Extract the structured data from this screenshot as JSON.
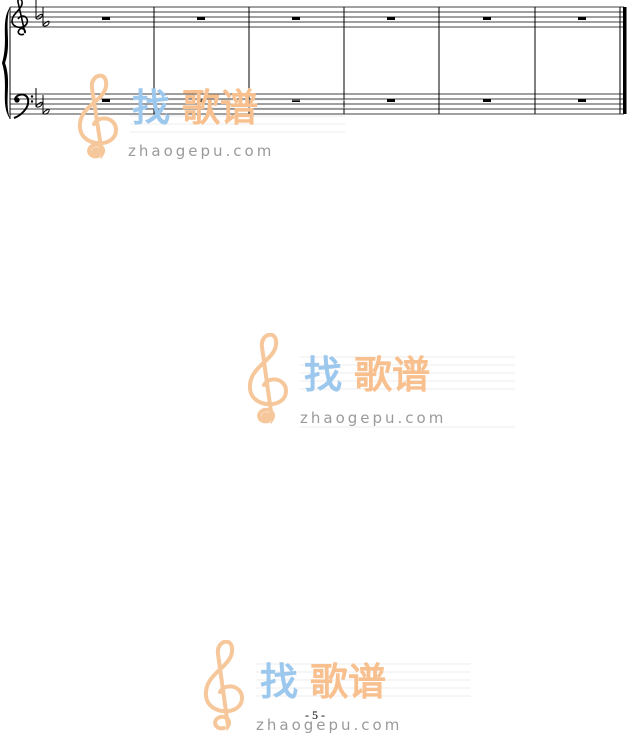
{
  "score": {
    "staves": [
      "treble",
      "bass"
    ],
    "key_signature": "B-flat major (2 flats)",
    "measures": 6,
    "content_per_measure": "whole rest",
    "final_barline": true
  },
  "footer": {
    "page_number": "- 5 -"
  },
  "watermark": {
    "brand_cn": "找歌谱",
    "domain": "zhaogepu.com",
    "colors": {
      "clef": "#f6c79a",
      "char1": "#9dc8ee",
      "char23": "#f7c08e",
      "domain": "#9a9a9a"
    }
  }
}
